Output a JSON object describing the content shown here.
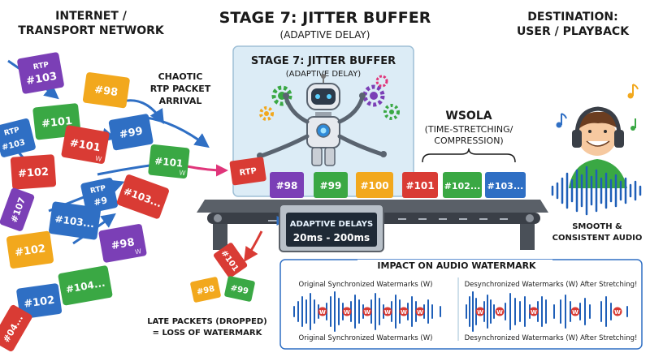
{
  "headers": {
    "left_line1": "INTERNET /",
    "left_line2": "TRANSPORT NETWORK",
    "center_line1": "STAGE 7: JITTER BUFFER",
    "center_line2": "(ADAPTIVE DELAY)",
    "right_line1": "DESTINATION:",
    "right_line2": "USER / PLAYBACK"
  },
  "buffer_panel": {
    "title_line1": "STAGE 7: JITTER BUFFER",
    "title_line2": "(ADAPTIVE DELAY)"
  },
  "chaotic_label": {
    "line1": "CHAOTIC",
    "line2": "RTP PACKET",
    "line3": "ARRIVAL"
  },
  "wsola_label": {
    "line1": "WSOLA",
    "line2": "(TIME-STRETCHING/",
    "line3": "COMPRESSION)"
  },
  "adaptive_display": {
    "line1": "ADAPTIVE DELAYS",
    "line2": "20ms - 200ms"
  },
  "late_label": {
    "line1": "LATE PACKETS (DROPPED)",
    "line2": "= LOSS OF WATERMARK"
  },
  "output_label": {
    "line1": "SMOOTH &",
    "line2": "CONSISTENT AUDIO"
  },
  "impact": {
    "title": "IMPACT ON AUDIO WATERMARK",
    "left_top": "Original Synchronized Watermarks (W)",
    "left_bottom": "Original Synchronized Watermarks (W)",
    "right_top": "Desynchronized Watermarks (W) After Stretching!",
    "right_bottom": "Desynchronized Watermarks (W) After Stretching!",
    "marker": "W"
  },
  "packet_w": "W",
  "packets": {
    "rtp_103": {
      "top": "RTP",
      "label": "#103"
    },
    "p98a": "#98",
    "p101a": "#101",
    "rtp_103b": {
      "top": "RTP",
      "label": "#103"
    },
    "p101b": "#101",
    "p99": "#99",
    "p102a": "#102",
    "p101c": "#101",
    "rtp_entering": "RTP",
    "rtp_9": {
      "top": "RTP",
      "label": "#9"
    },
    "p107": "#107",
    "p103c": "#103...",
    "p103d": "#103...",
    "p102b": "#102",
    "p98b": "#98",
    "p104": "#104...",
    "p102c": "#102",
    "p104b": "#04..."
  },
  "dropped": {
    "d101": "#101",
    "d98": "#98",
    "d99": "#99"
  },
  "conveyor_packets": [
    {
      "label": "#98",
      "color": "#7b3fb6"
    },
    {
      "label": "#99",
      "color": "#3aa844"
    },
    {
      "label": "#100",
      "color": "#f2a81d"
    },
    {
      "label": "#101",
      "color": "#d93b34"
    },
    {
      "label": "#102...",
      "color": "#3aa844"
    },
    {
      "label": "#103...",
      "color": "#2f6fc4"
    }
  ],
  "colors": {
    "red": "#d93b34",
    "green": "#3aa844",
    "blue": "#2f6fc4",
    "purple": "#7b3fb6",
    "orange": "#f2a81d",
    "panel": "#dcecf6",
    "audio_wave": "#1f5fb8",
    "impact_border": "#2f6fc4"
  },
  "icons": [
    "robot-icon",
    "gear-icon",
    "headphones-icon",
    "music-note-icon",
    "arrow-icon"
  ]
}
